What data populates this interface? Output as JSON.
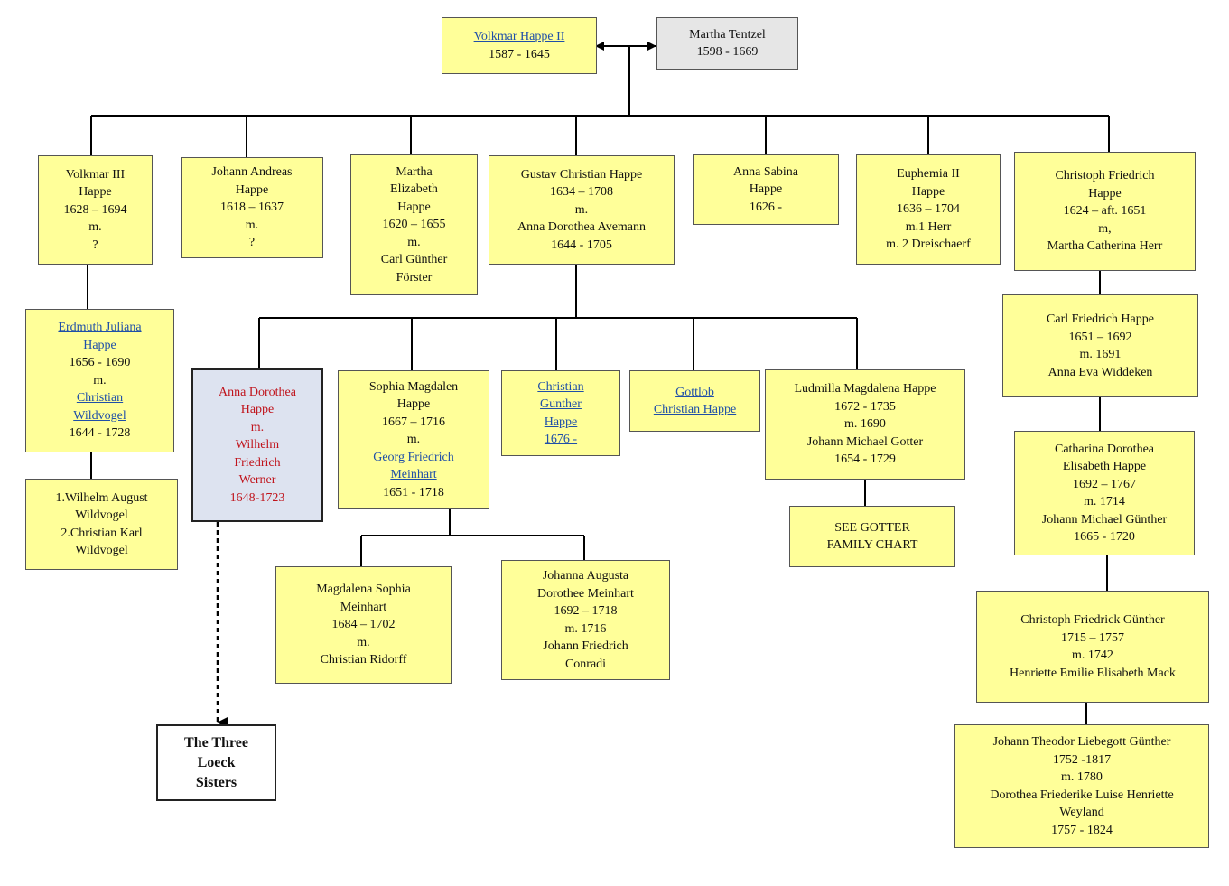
{
  "people": {
    "volkmar2": [
      "Volkmar Happe II",
      "1587 - 1645"
    ],
    "martha_tentzel": [
      "Martha Tentzel",
      "1598 - 1669"
    ],
    "volkmar3": [
      "Volkmar III",
      "Happe",
      "1628 – 1694",
      "m.",
      "?"
    ],
    "johann_andreas": [
      "Johann Andreas",
      "Happe",
      "1618 – 1637",
      "m.",
      "?"
    ],
    "martha_elizabeth": [
      "Martha",
      "Elizabeth",
      "Happe",
      "1620 – 1655",
      "m.",
      "Carl Günther",
      "Förster"
    ],
    "gustav_christian": [
      "Gustav Christian Happe",
      "1634 – 1708",
      "m.",
      "Anna Dorothea Avemann",
      "1644 - 1705"
    ],
    "anna_sabina": [
      "Anna Sabina",
      "Happe",
      "1626 -"
    ],
    "euphemia2": [
      "Euphemia II",
      "Happe",
      "1636 – 1704",
      "m.1 Herr",
      "m. 2 Dreischaerf"
    ],
    "christoph_friedrich": [
      "Christoph Friedrich",
      "Happe",
      "1624 – aft. 1651",
      "m,",
      "Martha Catherina Herr"
    ],
    "erdmuth_juliana": [
      "Erdmuth Juliana",
      "Happe",
      "1656 - 1690",
      "m.",
      "Christian",
      "Wildvogel",
      "1644 - 1728"
    ],
    "wildvogel_children": [
      "1.Wilhelm August",
      "Wildvogel",
      "2.Christian Karl",
      "Wildvogel"
    ],
    "anna_dorothea": [
      "Anna Dorothea",
      "Happe",
      "m.",
      "Wilhelm",
      "Friedrich",
      "Werner",
      "1648-1723"
    ],
    "sophia_magdalen": [
      "Sophia Magdalen",
      "Happe",
      "1667 – 1716",
      "m.",
      "Georg Friedrich",
      "Meinhart",
      "1651 - 1718"
    ],
    "christian_gunther": [
      "Christian",
      "Gunther",
      "Happe",
      "1676 -"
    ],
    "gottlob_christian": [
      "Gottlob",
      "Christian Happe"
    ],
    "ludmilla_magdalena": [
      "Ludmilla Magdalena Happe",
      "1672 - 1735",
      "m. 1690",
      "Johann Michael Gotter",
      "1654 - 1729"
    ],
    "see_gotter": [
      "SEE GOTTER",
      "FAMILY CHART"
    ],
    "magdalena_sophia": [
      "Magdalena Sophia",
      "Meinhart",
      "1684 – 1702",
      "m.",
      "Christian Ridorff"
    ],
    "johanna_augusta": [
      "Johanna Augusta",
      "Dorothee Meinhart",
      "1692 – 1718",
      "m. 1716",
      "Johann Friedrich",
      "Conradi"
    ],
    "carl_friedrich": [
      "Carl Friedrich Happe",
      "1651 – 1692",
      "m. 1691",
      "Anna Eva Widdeken"
    ],
    "catharina_dorothea": [
      "Catharina Dorothea",
      "Elisabeth Happe",
      "1692 – 1767",
      "m. 1714",
      "Johann Michael Günther",
      "1665 - 1720"
    ],
    "christoph_friedrick_gunther": [
      "Christoph Friedrick Günther",
      "1715 – 1757",
      "m. 1742",
      "Henriette Emilie Elisabeth Mack"
    ],
    "johann_theodor": [
      "Johann Theodor Liebegott Günther",
      "1752 -1817",
      "m. 1780",
      "Dorothea Friederike Luise Henriette",
      "Weyland",
      "1757 - 1824"
    ],
    "loeck_sisters": [
      "The Three",
      "Loeck",
      "Sisters"
    ]
  },
  "links": {
    "volkmar2": [
      0
    ],
    "erdmuth_juliana": [
      0,
      1,
      4,
      5
    ],
    "sophia_magdalen": [
      4,
      5
    ],
    "christian_gunther": [
      0,
      1,
      2,
      3
    ],
    "gottlob_christian": [
      0,
      1
    ]
  },
  "red_text": [
    "anna_dorothea"
  ],
  "colors": {
    "box_fill": "#ffff99",
    "highlight_fill": "#dde3f0",
    "spouse_fill": "#e6e6e6",
    "link": "#1f4fa8",
    "red": "#c0141c",
    "line": "#000000"
  }
}
